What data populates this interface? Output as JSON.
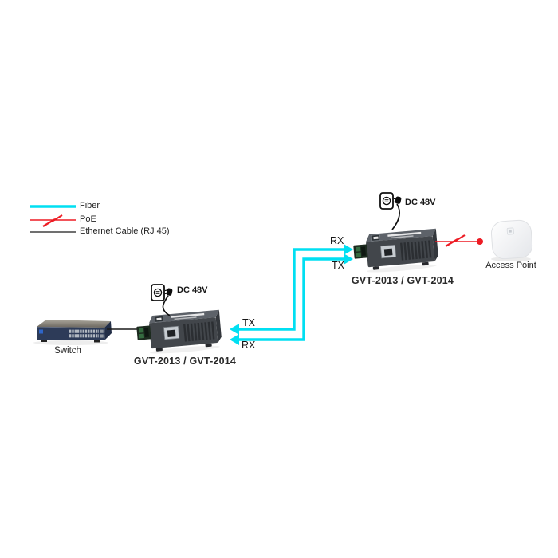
{
  "colors": {
    "fiber": "#00dff2",
    "poe": "#ed1c24",
    "ethernet": "#1a1a1a",
    "text": "#232323"
  },
  "legend": {
    "items": [
      {
        "label": "Fiber"
      },
      {
        "label": "PoE"
      },
      {
        "label": "Ethernet Cable (RJ 45)"
      }
    ]
  },
  "devices": {
    "switch": {
      "label": "Switch"
    },
    "left_converter": {
      "model": "GVT-2013 / GVT-2014",
      "power": "DC 48V"
    },
    "right_converter": {
      "model": "GVT-2013 / GVT-2014",
      "power": "DC 48V"
    },
    "access_point": {
      "label": "Access Point"
    }
  },
  "fiber_labels": {
    "top_rx": "RX",
    "top_tx": "TX",
    "bottom_tx": "TX",
    "bottom_rx": "RX"
  },
  "icons": [
    {
      "name": "power-outlet-icon",
      "shape": "rounded rect with socket circle and two slots"
    },
    {
      "name": "power-plug-icon",
      "shape": "black plug blob with prongs and curved cord"
    },
    {
      "name": "lightning-bolt-icon",
      "shape": "red zigzag flash across PoE line"
    },
    {
      "name": "fiber-arrow-icon",
      "shape": "cyan triangle arrowhead"
    }
  ]
}
